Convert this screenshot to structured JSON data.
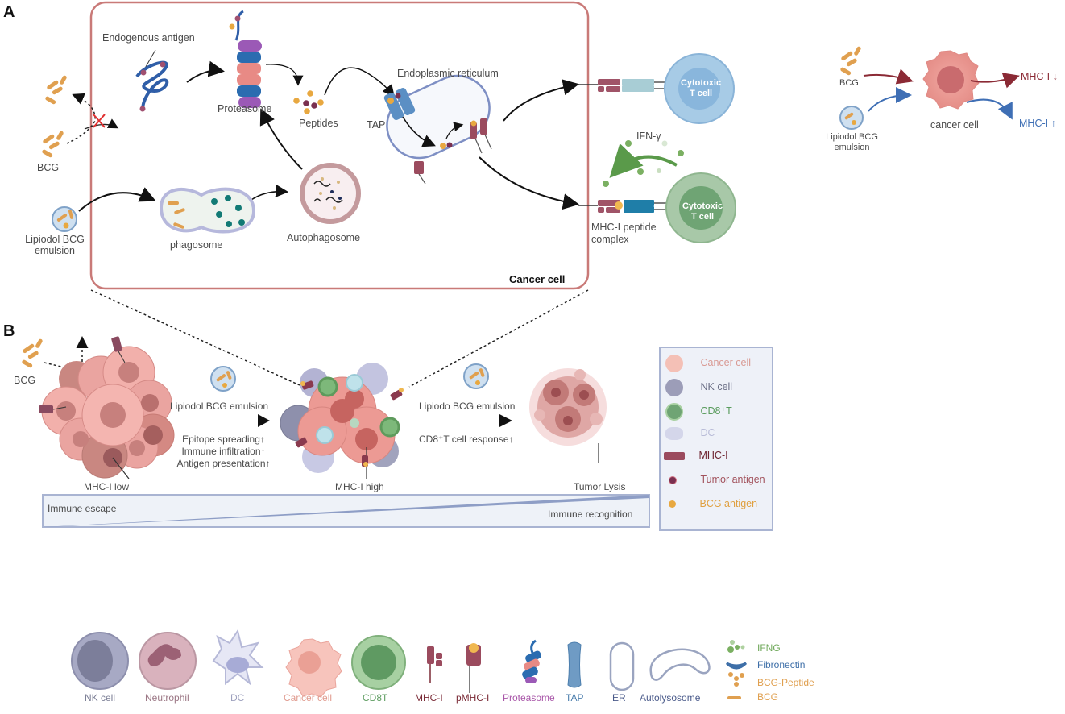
{
  "panels": {
    "A": {
      "letter": "A",
      "cell_box_title": "Cancer cell",
      "labels": {
        "endogenous_antigen": "Endogenous antigen",
        "proteasome": "Proteasome",
        "peptides": "Peptides",
        "endoplasmic_reticulum": "Endoplasmic reticulum",
        "tap": "TAP",
        "bcg": "BCG",
        "lipiodol_line1": "Lipiodol BCG",
        "lipiodol_line2": "emulsion",
        "phagosome": "phagosome",
        "autophagosome": "Autophagosome",
        "ifn_gamma": "IFN-γ",
        "mhc_peptide_line1": "MHC-I peptide",
        "mhc_peptide_line2": "complex",
        "tcell_top_line1": "Cytotoxic",
        "tcell_top_line2": "T cell",
        "tcell_bottom_line1": "Cytotoxic",
        "tcell_bottom_line2": "T cell"
      },
      "summary": {
        "bcg": "BCG",
        "lipiodol_line1": "Lipiodol BCG",
        "lipiodol_line2": "emulsion",
        "cancer_cell": "cancer cell",
        "mhc_down": "MHC-I ↓",
        "mhc_up": "MHC-I ↑",
        "down_color": "#8b2a35",
        "up_color": "#3f6fb5"
      }
    },
    "B": {
      "letter": "B",
      "bcg": "BCG",
      "mhc_low": "MHC-I low",
      "mhc_high": "MHC-I high",
      "tumor_lysis": "Tumor Lysis",
      "step1_title": "Lipiodol BCG emulsion",
      "step1_effects": [
        "Epitope spreading↑",
        "Immune infiltration↑",
        "Antigen presentation↑"
      ],
      "step2_title": "Lipiodo BCG emulsion",
      "step2_effect": "CD8⁺T cell response↑",
      "bar_left": "Immune escape",
      "bar_right": "Immune recognition",
      "legend": [
        {
          "label": "Cancer cell",
          "icon": "cancer-cell-icon",
          "color": "#d99a94"
        },
        {
          "label": "NK cell",
          "icon": "nk-cell-icon",
          "color": "#6b6f86"
        },
        {
          "label": "CD8⁺T",
          "icon": "cd8-t-cell-icon",
          "color": "#5a9c5e"
        },
        {
          "label": "DC",
          "icon": "dendritic-cell-icon",
          "color": "#b9bcd8"
        },
        {
          "label": "MHC-I",
          "icon": "mhc-i-icon",
          "color": "#6e2431"
        },
        {
          "label": "Tumor antigen",
          "icon": "tumor-antigen-icon",
          "color": "#a2525c"
        },
        {
          "label": "BCG antigen",
          "icon": "bcg-antigen-icon",
          "color": "#e0a040"
        }
      ]
    }
  },
  "bottom_legend": {
    "items": [
      {
        "label": "NK cell",
        "color": "#7b7e95"
      },
      {
        "label": "Neutrophil",
        "color": "#9b7684"
      },
      {
        "label": "DC",
        "color": "#9ea1be"
      },
      {
        "label": "Cancer cell",
        "color": "#e09a8e"
      },
      {
        "label": "CD8T",
        "color": "#5f9e62"
      },
      {
        "label": "MHC-I",
        "color": "#7a2a36"
      },
      {
        "label": "pMHC-I",
        "color": "#7a2a36"
      },
      {
        "label": "Proteasome",
        "color": "#a855a8"
      },
      {
        "label": "TAP",
        "color": "#4d7fae"
      },
      {
        "label": "ER",
        "color": "#4a5a8a"
      },
      {
        "label": "Autolysosome",
        "color": "#4a5a8a"
      }
    ],
    "side_items": [
      {
        "label": "IFNG",
        "color": "#6fa85a"
      },
      {
        "label": "Fibronectin",
        "color": "#3e6fa8"
      },
      {
        "label": "BCG-Peptide",
        "color": "#e0a050"
      },
      {
        "label": "BCG",
        "color": "#e0a050"
      }
    ]
  }
}
